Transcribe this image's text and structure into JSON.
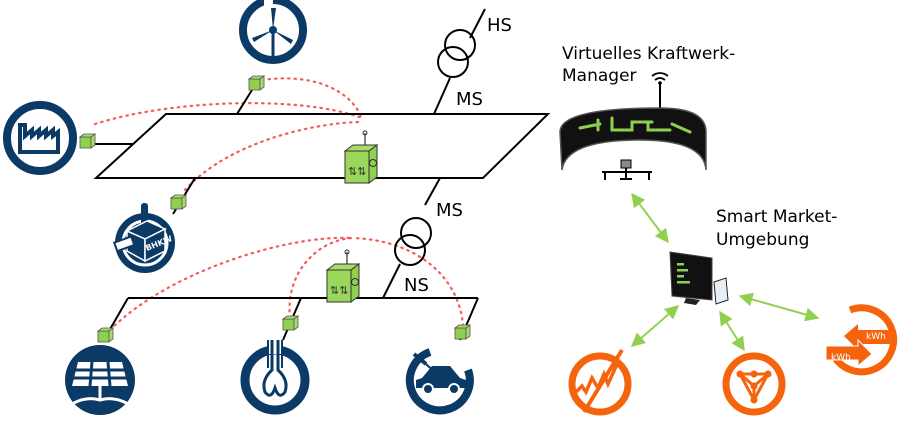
{
  "title": "Virtuelles Kraftwerk - Smart Grid Übersicht",
  "colors": {
    "consumer_icon": "#0b3a66",
    "market_icon": "#f5630d",
    "meter": "#8fd14f",
    "link_dotted": "#f45b5b",
    "arrow": "#8fd14f"
  },
  "voltage_labels": {
    "hs": "HS",
    "ms_upper": "MS",
    "ms_lower": "MS",
    "ns": "NS"
  },
  "vpp_manager": {
    "line1": "Virtuelles Kraftwerk-",
    "line2": "Manager"
  },
  "smart_market": {
    "line1": "Smart Market-",
    "line2": "Umgebung"
  },
  "nodes": {
    "factory": {
      "icon": "factory-icon"
    },
    "wind": {
      "icon": "wind-turbine-icon"
    },
    "chp": {
      "icon": "chp-icon",
      "label": "BHKW"
    },
    "solar": {
      "icon": "solar-panel-icon"
    },
    "heatpump": {
      "icon": "heat-pump-icon"
    },
    "ev": {
      "icon": "electric-car-icon"
    },
    "trading": {
      "icon": "price-chart-icon"
    },
    "network": {
      "icon": "network-icon"
    },
    "kwh": {
      "icon": "kwh-exchange-icon",
      "label_in": "kWh",
      "label_out": "kWh"
    }
  }
}
